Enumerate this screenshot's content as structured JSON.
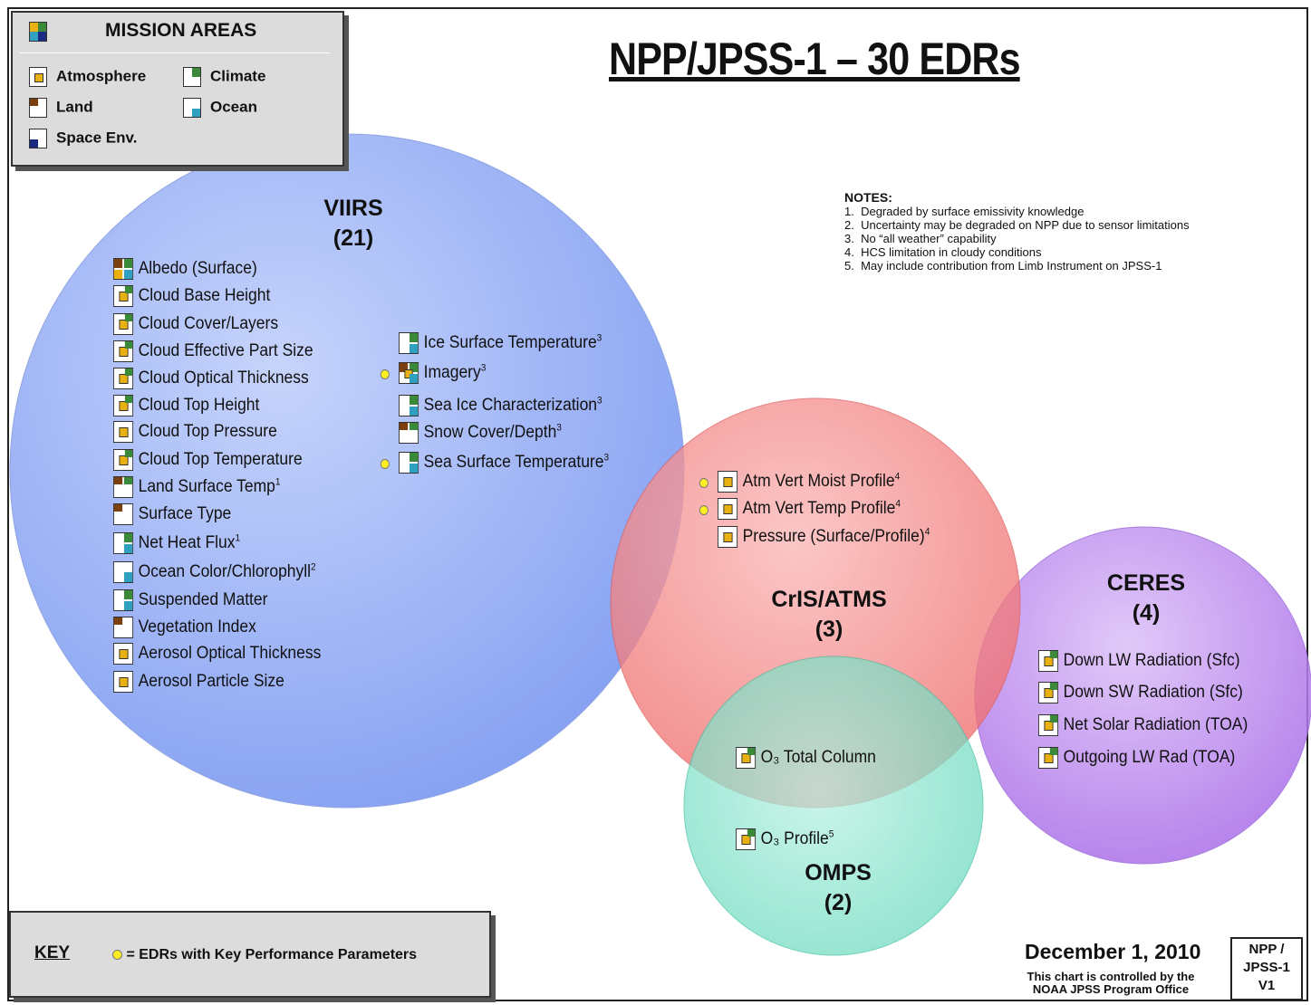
{
  "title": "NPP/JPSS-1 – 30 EDRs",
  "legend": {
    "title": "MISSION AREAS",
    "items": [
      {
        "label": "Atmosphere",
        "icon": "atmosphere-icon"
      },
      {
        "label": "Climate",
        "icon": "climate-icon"
      },
      {
        "label": "Land",
        "icon": "land-icon"
      },
      {
        "label": "Ocean",
        "icon": "ocean-icon"
      },
      {
        "label": "Space Env.",
        "icon": "space-env-icon"
      }
    ],
    "colors": {
      "atmosphere": "#e8b010",
      "climate": "#3a8a3a",
      "land": "#7a4010",
      "ocean": "#30a0c0",
      "space": "#1a2a80"
    }
  },
  "notes": {
    "title": "NOTES:",
    "items": [
      "Degraded by surface emissivity knowledge",
      "Uncertainty may be degraded on NPP due to sensor limitations",
      "No “all weather” capability",
      "HCS limitation in cloudy conditions",
      "May include contribution from Limb Instrument on JPSS-1"
    ]
  },
  "groups": {
    "viirs": {
      "name": "VIIRS",
      "count": "(21)",
      "color": "#8ba8f5"
    },
    "cris": {
      "name": "CrIS/ATMS",
      "count": "(3)",
      "color": "#f47878"
    },
    "ceres": {
      "name": "CERES",
      "count": "(4)",
      "color": "#b27af0"
    },
    "omps": {
      "name": "OMPS",
      "count": "(2)",
      "color": "#7ae0c8"
    }
  },
  "edrs": {
    "viirs_left": [
      {
        "label": "Albedo (Surface)",
        "note": ""
      },
      {
        "label": "Cloud Base Height",
        "note": ""
      },
      {
        "label": "Cloud Cover/Layers",
        "note": ""
      },
      {
        "label": "Cloud Effective Part Size",
        "note": ""
      },
      {
        "label": "Cloud Optical Thickness",
        "note": ""
      },
      {
        "label": "Cloud Top Height",
        "note": ""
      },
      {
        "label": "Cloud Top Pressure",
        "note": ""
      },
      {
        "label": "Cloud Top Temperature",
        "note": ""
      },
      {
        "label": "Land Surface Temp",
        "note": "1"
      },
      {
        "label": "Surface Type",
        "note": ""
      },
      {
        "label": "Net Heat Flux",
        "note": "1"
      },
      {
        "label": "Ocean Color/Chlorophyll",
        "note": "2"
      },
      {
        "label": "Suspended Matter",
        "note": ""
      },
      {
        "label": "Vegetation Index",
        "note": ""
      },
      {
        "label": "Aerosol Optical Thickness",
        "note": ""
      },
      {
        "label": "Aerosol Particle Size",
        "note": ""
      }
    ],
    "viirs_right": [
      {
        "label": "Ice Surface Temperature",
        "note": "3"
      },
      {
        "label": "Imagery",
        "note": "3"
      },
      {
        "label": "Sea Ice Characterization",
        "note": "3"
      },
      {
        "label": "Snow Cover/Depth",
        "note": "3"
      },
      {
        "label": "Sea Surface Temperature",
        "note": "3"
      }
    ],
    "cris": [
      {
        "label": "Atm Vert Moist Profile",
        "note": "4"
      },
      {
        "label": "Atm Vert Temp Profile",
        "note": "4"
      },
      {
        "label": "Pressure (Surface/Profile)",
        "note": "4"
      }
    ],
    "ceres": [
      {
        "label": "Down LW Radiation (Sfc)",
        "note": ""
      },
      {
        "label": "Down SW Radiation (Sfc)",
        "note": ""
      },
      {
        "label": "Net Solar Radiation (TOA)",
        "note": ""
      },
      {
        "label": "Outgoing LW Rad (TOA)",
        "note": ""
      }
    ],
    "omps": [
      {
        "label": "O₃ Total Column",
        "note": ""
      },
      {
        "label": "O₃ Profile",
        "note": "5"
      }
    ]
  },
  "key": {
    "label": "KEY",
    "text": "= EDRs with Key Performance Parameters"
  },
  "footer": {
    "date": "December 1, 2010",
    "control_line1": "This chart is controlled by the",
    "control_line2": "NOAA JPSS Program Office",
    "version_line1": "NPP /",
    "version_line2": "JPSS-1",
    "version_line3": "V1"
  }
}
